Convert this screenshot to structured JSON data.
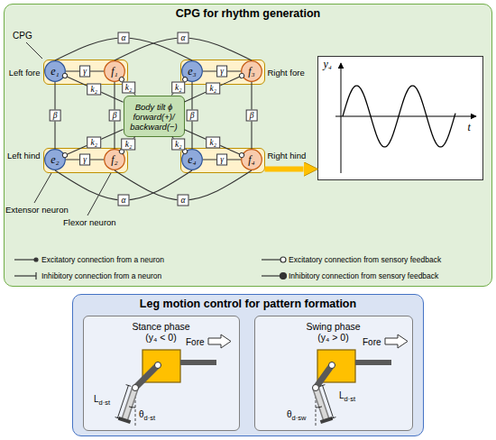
{
  "diagram": {
    "nodes": [
      {
        "text": [
          "CPG for rhythm generation"
        ]
      },
      {
        "text": [
          "Left fore"
        ],
        "in": 0
      },
      {
        "text": [
          "e₁"
        ],
        "in": 1
      },
      {
        "text": [
          "f₁"
        ],
        "in": 1
      },
      {
        "text": [
          "Right fore"
        ],
        "in": 0
      },
      {
        "text": [
          "e₃"
        ],
        "in": 4
      },
      {
        "text": [
          "f₃"
        ],
        "in": 4
      },
      {
        "text": [
          "Left hind"
        ],
        "in": 0
      },
      {
        "text": [
          "e₂"
        ],
        "in": 7
      },
      {
        "text": [
          "f₂"
        ],
        "in": 7
      },
      {
        "text": [
          "Right hind"
        ],
        "in": 0
      },
      {
        "text": [
          "e₄"
        ],
        "in": 10
      },
      {
        "text": [
          "f₄"
        ],
        "in": 10
      },
      {
        "text": [
          "Body tilt ϕ forward(+)/ backward(−)"
        ],
        "in": 0
      },
      {
        "text": [
          "y₄",
          "t"
        ],
        "in": 0
      },
      {
        "text": [
          "Leg motion control for pattern formation"
        ]
      },
      {
        "text": [
          "Stance phase (y₄ < 0)"
        ],
        "in": 15
      },
      {
        "text": [
          "Swing phase (y₄ > 0)"
        ],
        "in": 15
      }
    ],
    "edges": [
      {
        "from": 2,
        "to": 5,
        "label": "α",
        "arrow": "none"
      },
      {
        "from": 3,
        "to": 6,
        "label": "α",
        "arrow": "none"
      },
      {
        "from": 2,
        "to": 3,
        "label": "γ",
        "arrow": "none"
      },
      {
        "from": 5,
        "to": 6,
        "label": "γ",
        "arrow": "none"
      },
      {
        "from": 2,
        "to": 8,
        "label": "β",
        "arrow": "none"
      },
      {
        "from": 3,
        "to": 9,
        "label": "β",
        "arrow": "none"
      },
      {
        "from": 5,
        "to": 11,
        "label": "β",
        "arrow": "none"
      },
      {
        "from": 6,
        "to": 12,
        "label": "β",
        "arrow": "none"
      },
      {
        "from": 13,
        "to": 2,
        "label": "k₂",
        "arrow": "to"
      },
      {
        "from": 13,
        "to": 3,
        "label": "k₂",
        "arrow": "to"
      },
      {
        "from": 13,
        "to": 5,
        "label": "k₂",
        "arrow": "to"
      },
      {
        "from": 13,
        "to": 6,
        "label": "k₂",
        "arrow": "to"
      },
      {
        "from": 13,
        "to": 8,
        "label": "k₂",
        "arrow": "to"
      },
      {
        "from": 13,
        "to": 9,
        "label": "k₂",
        "arrow": "to"
      },
      {
        "from": 13,
        "to": 11,
        "label": "k₂",
        "arrow": "to"
      },
      {
        "from": 13,
        "to": 12,
        "label": "k₂",
        "arrow": "to"
      },
      {
        "from": 8,
        "to": 11,
        "label": "α",
        "arrow": "none"
      },
      {
        "from": 9,
        "to": 12,
        "label": "α",
        "arrow": "none"
      },
      {
        "from": 8,
        "to": 9,
        "label": "γ",
        "arrow": "none"
      },
      {
        "from": 11,
        "to": 12,
        "label": "γ",
        "arrow": "none"
      },
      {
        "from": 10,
        "to": 14,
        "arrow": "to"
      }
    ],
    "labels": [
      "CPG",
      "Extensor neuron",
      "Flexor neuron",
      "Fore",
      "Ld·st",
      "θd·st",
      "Fore",
      "Ld·st",
      "θd·sw"
    ],
    "legend": [
      {
        "text": "Excitatory connection from a neuron"
      },
      {
        "text": "Excitatory connection from sensory feedback"
      },
      {
        "text": "Inhibitory connection from a neuron"
      },
      {
        "text": "Inhibitory connection from sensory feedback"
      }
    ]
  }
}
